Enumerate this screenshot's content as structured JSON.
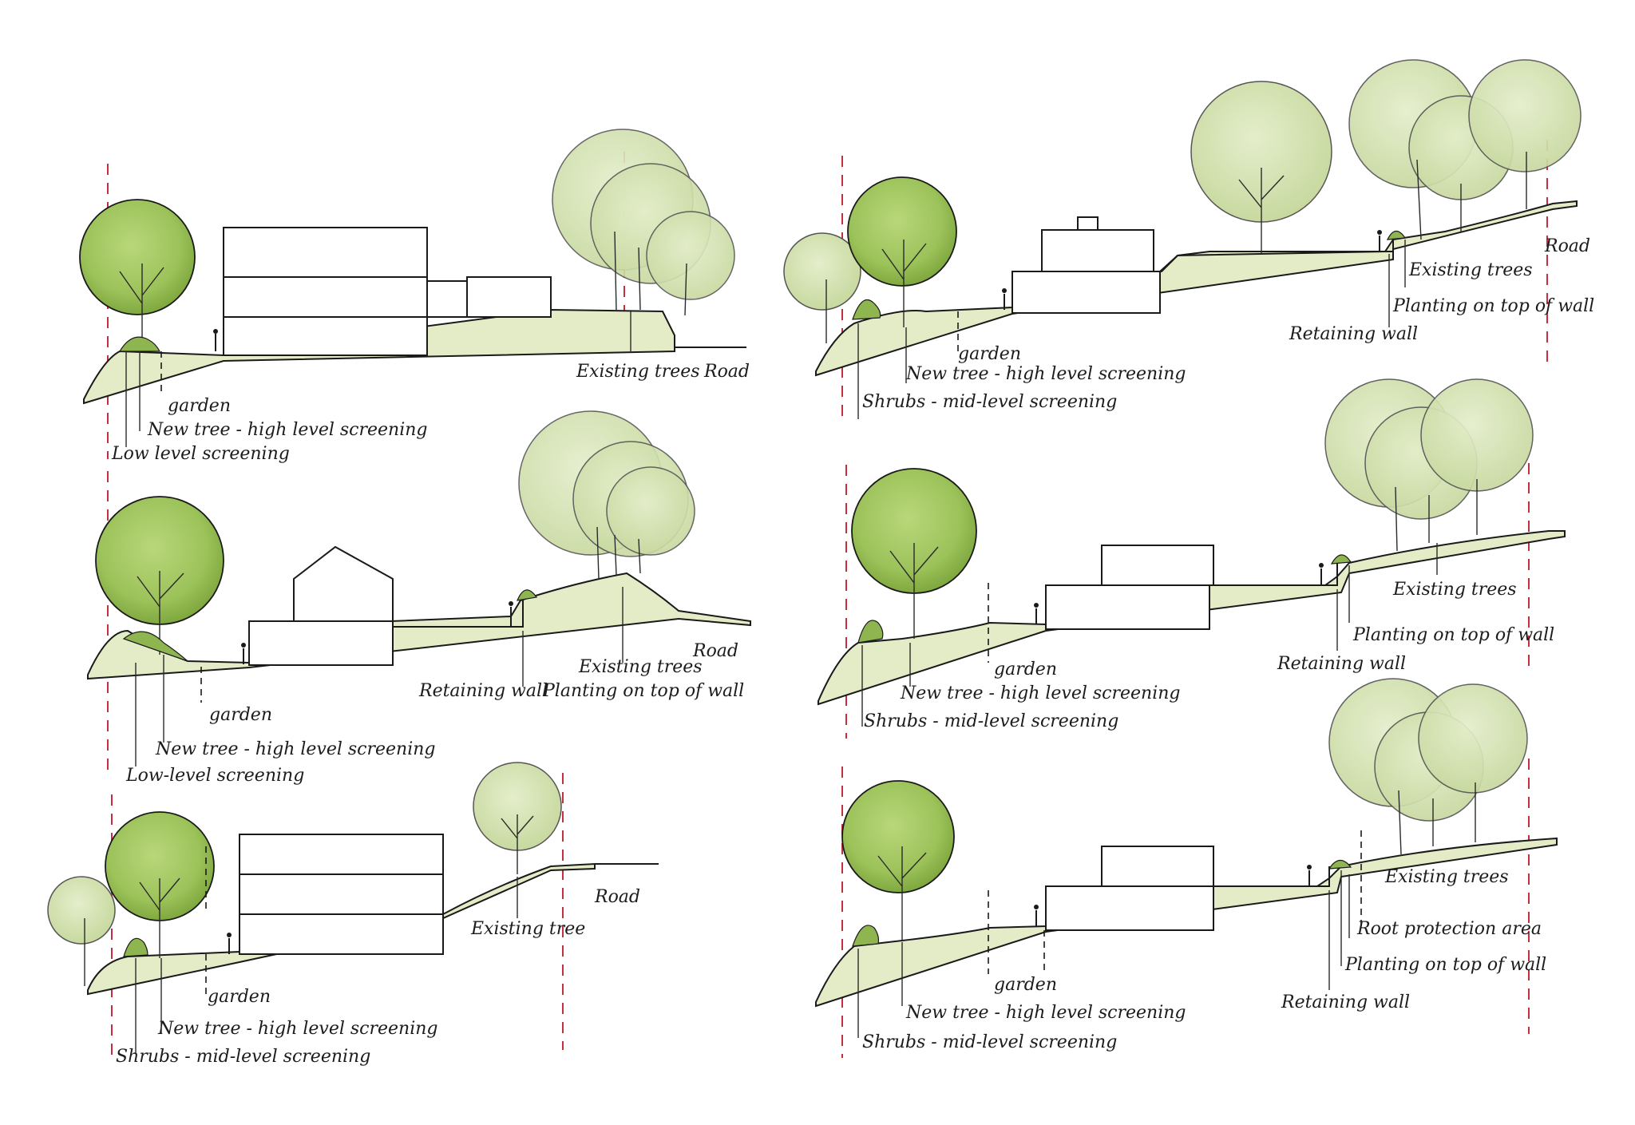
{
  "colors": {
    "boundary": "#c23040",
    "new_tree": "#9cc25a",
    "existing_tree": "#d3e2b0",
    "ground": "#e4ecc7",
    "ink": "#1a1a1a"
  },
  "sections": [
    {
      "id": "s1",
      "labels": {
        "garden": "garden",
        "new_tree": "New tree - high level screening",
        "low_screen": "Low level screening",
        "existing": "Existing trees",
        "road": "Road"
      }
    },
    {
      "id": "s2",
      "labels": {
        "garden": "garden",
        "new_tree": "New tree - high level screening",
        "low_screen": "Low-level screening",
        "existing": "Existing trees",
        "road": "Road",
        "retaining": "Retaining wall",
        "planting": "Planting on top of wall"
      }
    },
    {
      "id": "s3",
      "labels": {
        "garden": "garden",
        "new_tree": "New tree - high level screening",
        "shrubs": "Shrubs - mid-level screening",
        "existing": "Existing tree",
        "road": "Road"
      }
    },
    {
      "id": "s4",
      "labels": {
        "garden": "garden",
        "new_tree": "New tree - high level screening",
        "shrubs": "Shrubs - mid-level screening",
        "retaining": "Retaining wall",
        "existing": "Existing trees",
        "planting": "Planting on top of wall",
        "road": "Road"
      }
    },
    {
      "id": "s5",
      "labels": {
        "garden": "garden",
        "new_tree": "New tree - high level screening",
        "shrubs": "Shrubs - mid-level screening",
        "existing": "Existing trees",
        "planting": "Planting on top of wall",
        "retaining": "Retaining wall"
      }
    },
    {
      "id": "s6",
      "labels": {
        "garden": "garden",
        "new_tree": "New tree - high level screening",
        "shrubs": "Shrubs - mid-level screening",
        "existing": "Existing trees",
        "root": "Root protection area",
        "planting": "Planting on top of wall",
        "retaining": "Retaining wall"
      }
    }
  ]
}
